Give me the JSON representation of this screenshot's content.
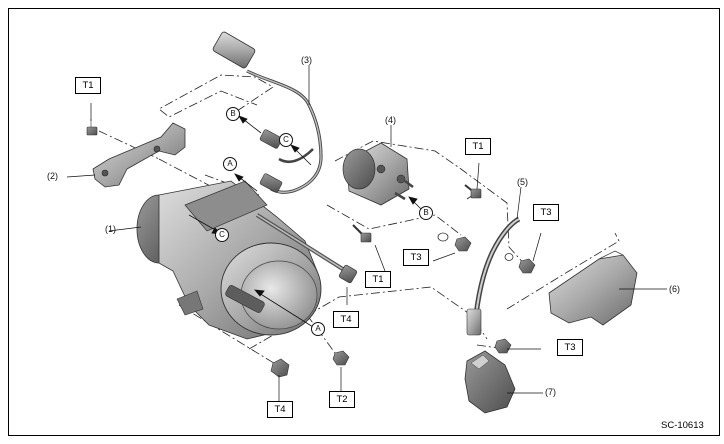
{
  "diagram": {
    "callouts": {
      "c1": "(1)",
      "c2": "(2)",
      "c3": "(3)",
      "c4": "(4)",
      "c5": "(5)",
      "c6": "(6)",
      "c7": "(7)"
    },
    "torque_boxes": {
      "t1_top_left": "T1",
      "t1_solenoid": "T1",
      "t1_mid": "T1",
      "t3_right": "T3",
      "t3_mid": "T3",
      "t3_bottom": "T3",
      "t4_bolt": "T4",
      "t4_nut": "T4",
      "t2_nut": "T2"
    },
    "markers": {
      "a_upper": "A",
      "b_upper": "B",
      "c_upper": "C",
      "c_motor": "C",
      "b_lower": "B",
      "a_lower": "A"
    },
    "reference_code": "SC-10613",
    "line_color": "#222222",
    "part_fill": "#b9b9b9",
    "part_dark": "#6f6f6f"
  }
}
